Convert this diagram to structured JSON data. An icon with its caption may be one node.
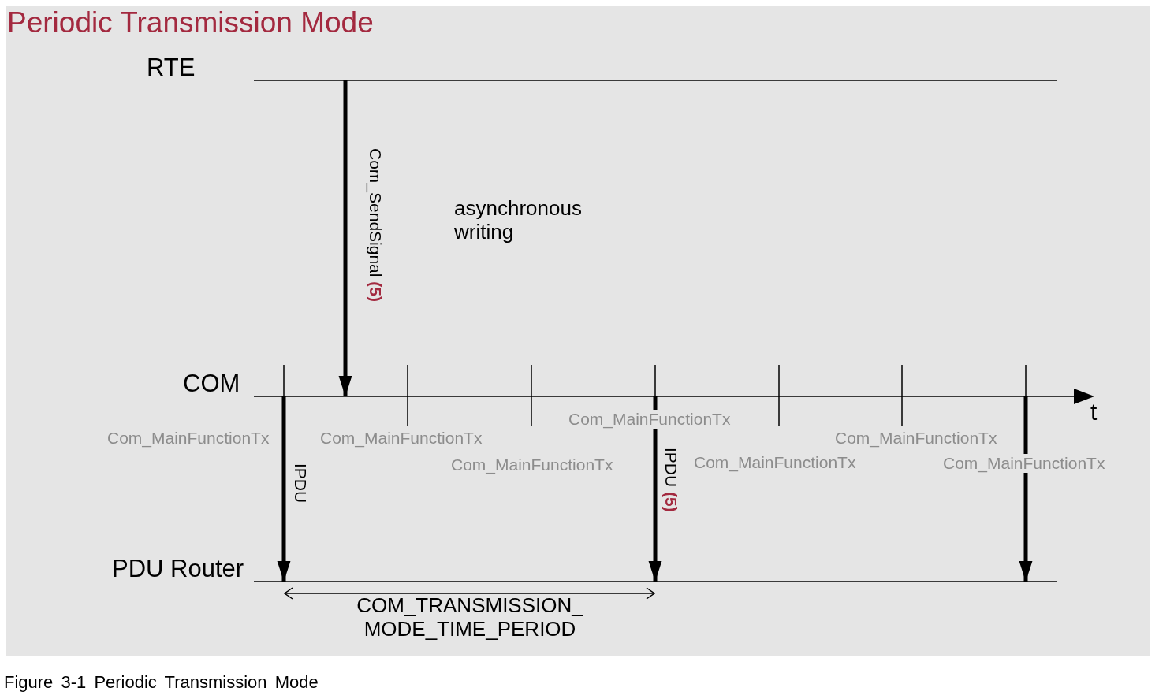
{
  "diagram": {
    "title": "Periodic Transmission Mode",
    "caption": "Figure 3-1 Periodic Transmission Mode",
    "nodes": [
      {
        "text": [
          "RTE"
        ]
      },
      {
        "text": [
          "COM"
        ]
      },
      {
        "text": [
          "PDU Router"
        ]
      }
    ],
    "edges": [
      {
        "from": 0,
        "to": 1,
        "arrow": "to",
        "label": "Com_SendSignal **(5)**"
      },
      {
        "from": 1,
        "to": 2,
        "arrow": "to",
        "label": "IPDU"
      },
      {
        "from": 1,
        "to": 2,
        "arrow": "to",
        "label": "IPDU **(5)**"
      },
      {
        "from": 1,
        "to": 2,
        "arrow": "to"
      }
    ],
    "labels": [
      "asynchronous writing",
      "t",
      "Com_MainFunctionTx",
      "Com_MainFunctionTx",
      "Com_MainFunctionTx",
      "Com_MainFunctionTx",
      "Com_MainFunctionTx",
      "Com_MainFunctionTx",
      "Com_MainFunctionTx",
      "COM_TRANSMISSION_ MODE_TIME_PERIOD"
    ]
  }
}
